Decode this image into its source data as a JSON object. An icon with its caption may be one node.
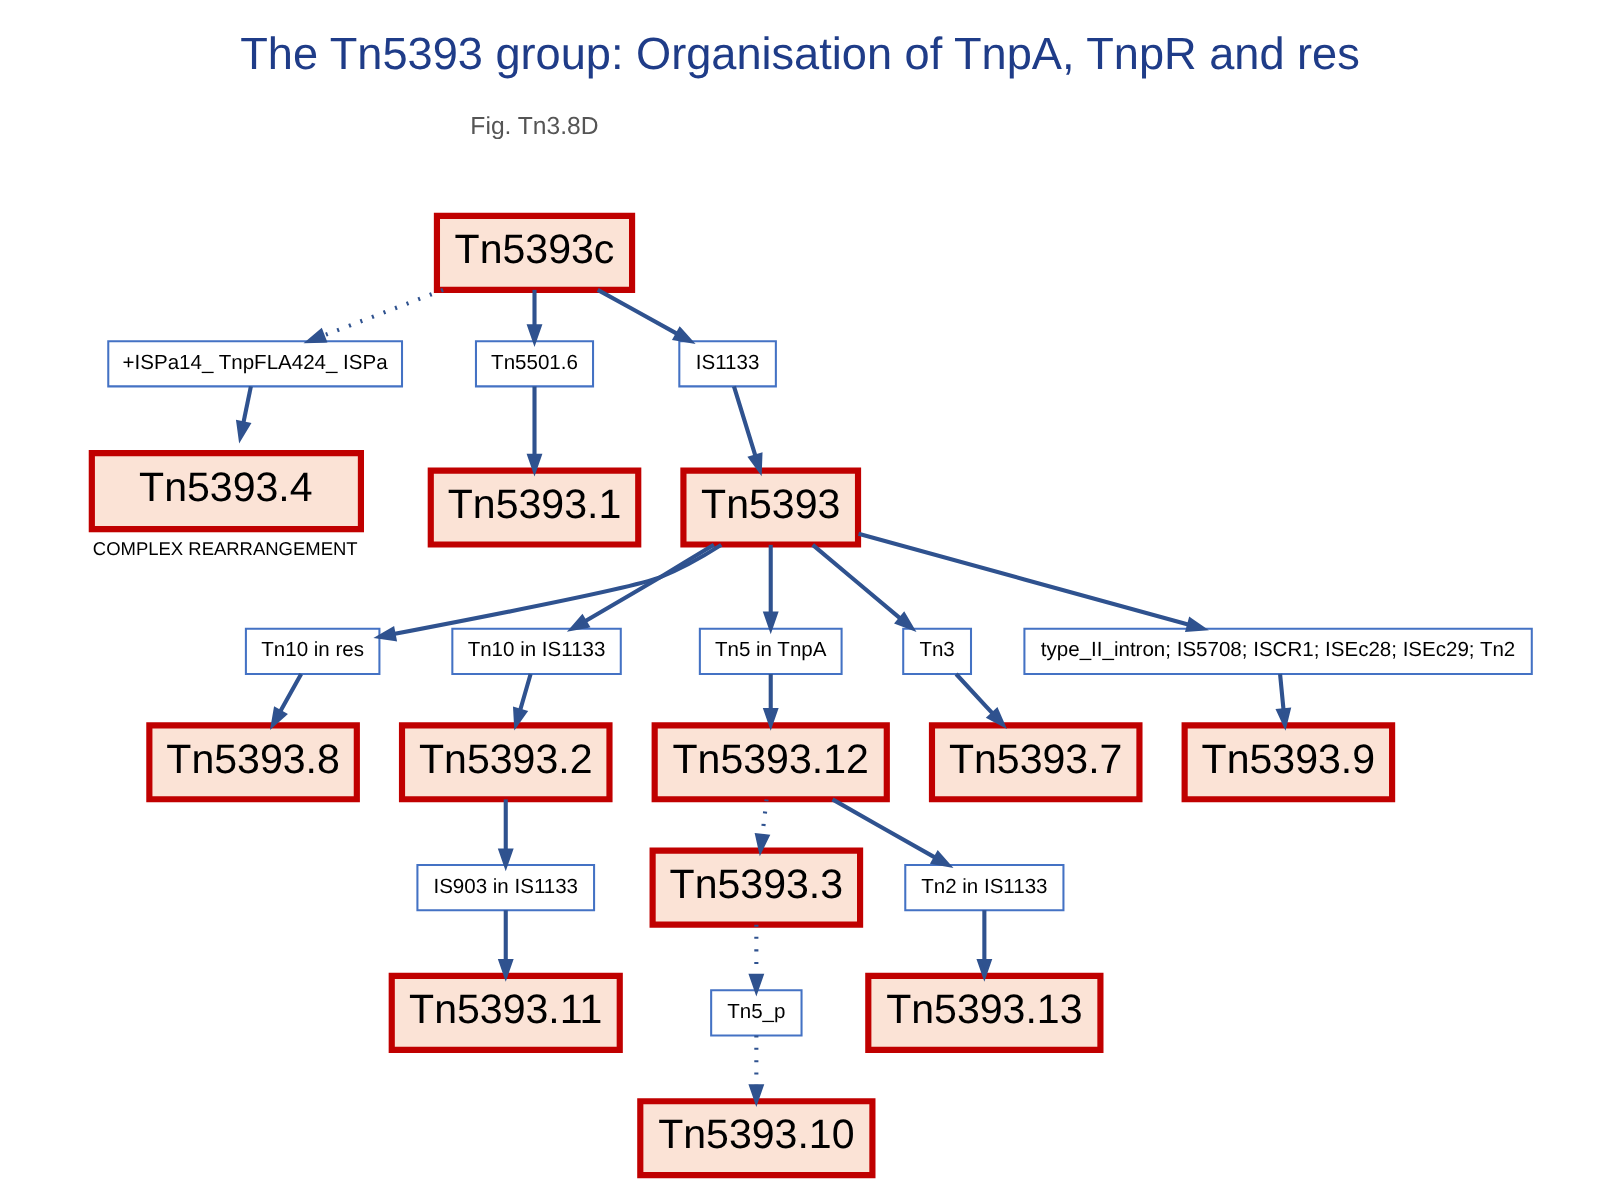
{
  "diagram": {
    "title": "The Tn5393 group: Organisation of TnpA, TnpR and res",
    "nodes": [
      {
        "text": [
          "Tn5393c"
        ]
      },
      {
        "text": [
          "+ISPa14_ TnpFLA424_ ISPa"
        ]
      },
      {
        "text": [
          "Tn5501.6"
        ]
      },
      {
        "text": [
          "IS1133"
        ]
      },
      {
        "text": [
          "Tn5393.4"
        ],
        "beside": [
          "COMPLEX REARRANGEMENT"
        ]
      },
      {
        "text": [
          "Tn5393.1"
        ]
      },
      {
        "text": [
          "Tn5393"
        ]
      },
      {
        "text": [
          "Tn10 in res"
        ]
      },
      {
        "text": [
          "Tn10 in IS1133"
        ]
      },
      {
        "text": [
          "Tn5 in TnpA"
        ]
      },
      {
        "text": [
          "Tn3"
        ]
      },
      {
        "text": [
          "Tn5393.8"
        ]
      },
      {
        "text": [
          "Tn5393.7"
        ]
      },
      {
        "text": [
          "Tn5393.2"
        ]
      },
      {
        "text": [
          "type_II_intron; IS5708; ISCR1; ISEc28; ISEc29; Tn2"
        ]
      },
      {
        "text": [
          "Tn5393.12"
        ]
      },
      {
        "text": [
          "IS903 in IS1133"
        ]
      },
      {
        "text": [
          "Tn5393.3"
        ]
      },
      {
        "text": [
          "Tn2 in IS1133"
        ]
      },
      {
        "text": [
          "Tn5393.13"
        ]
      },
      {
        "text": [
          "Tn5_p"
        ]
      },
      {
        "text": [
          "Tn5393.11"
        ]
      },
      {
        "text": [
          "Tn5393.9"
        ]
      },
      {
        "text": [
          "Tn5393.10"
        ]
      }
    ],
    "edges": [
      {
        "from": 0,
        "to": 1,
        "arrow": "to",
        "style": "dashed"
      },
      {
        "from": 1,
        "to": 4,
        "arrow": "to"
      },
      {
        "from": 0,
        "to": 3,
        "arrow": "to"
      },
      {
        "from": 0,
        "to": 2,
        "arrow": "to"
      },
      {
        "from": 2,
        "to": 5,
        "arrow": "to"
      },
      {
        "from": 3,
        "to": 6,
        "arrow": "to"
      },
      {
        "from": 6,
        "to": 7,
        "arrow": "to"
      },
      {
        "from": 6,
        "to": 8,
        "arrow": "to"
      },
      {
        "from": 6,
        "to": 14,
        "arrow": "to"
      },
      {
        "from": 6,
        "to": 9,
        "arrow": "to"
      },
      {
        "from": 6,
        "to": 10,
        "arrow": "to"
      },
      {
        "from": 7,
        "to": 11,
        "arrow": "to"
      },
      {
        "from": 10,
        "to": 12,
        "arrow": "to"
      },
      {
        "from": 8,
        "to": 13,
        "arrow": "to"
      },
      {
        "from": 9,
        "to": 15,
        "arrow": "to"
      },
      {
        "from": 13,
        "to": 16,
        "arrow": "to"
      },
      {
        "from": 16,
        "to": 21,
        "arrow": "to"
      },
      {
        "from": 14,
        "to": 22,
        "arrow": "to"
      },
      {
        "from": 15,
        "to": 17,
        "arrow": "to",
        "style": "dashed"
      },
      {
        "from": 15,
        "to": 18,
        "arrow": "to"
      },
      {
        "from": 18,
        "to": 19,
        "arrow": "to"
      },
      {
        "from": 17,
        "to": 20,
        "arrow": "to",
        "style": "dashed"
      },
      {
        "from": 20,
        "to": 23,
        "arrow": "to",
        "style": "dashed"
      }
    ],
    "labels": [
      "Fig. Tn3.8D"
    ]
  }
}
